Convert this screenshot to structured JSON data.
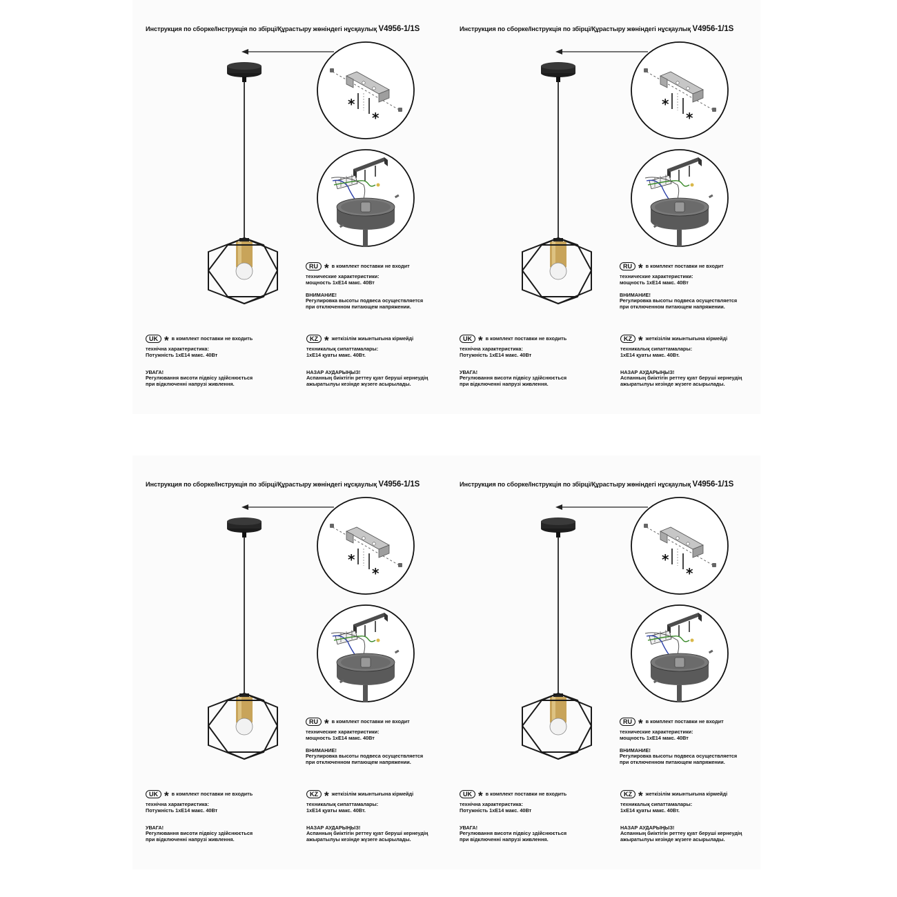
{
  "document": {
    "title_prefix": "Инструкция по сборке/Інструкція по збірці/Құрастыру жөніндегі нұсқаулық",
    "model_code": "V4956-1/1S",
    "asterisk": "*",
    "ru": {
      "badge": "RU",
      "not_included": "в комплект поставки не входит",
      "spec_heading": "технические характеристики:",
      "spec_value": "мощность 1хЕ14 макс. 40Вт",
      "warning_heading": "ВНИМАНИЕ!",
      "warning_line1": "Регулировка высоты подвеса осуществляется",
      "warning_line2": "при отключенном питающем напряжении."
    },
    "uk": {
      "badge": "UK",
      "not_included": "в комплект поставки не входить",
      "spec_heading": "технічна характеристика:",
      "spec_value": "Потужність 1хЕ14 макс. 40Вт",
      "warning_heading": "УВАГА!",
      "warning_line1": "Регулювання висоти підвісу здійснюється",
      "warning_line2": "при відключенні напрузі живлення."
    },
    "kz": {
      "badge": "KZ",
      "not_included": "жеткізілім жиынтығына кірмейді",
      "spec_heading": "техникалық сипаттамалары:",
      "spec_value": "1хЕ14 қуаты макс. 40Вт.",
      "warning_heading": "НАЗАР АУДАРЫҢЫЗ!",
      "warning_line1": "Аспанның биіктігін реттеу қуат беруші кернеудің",
      "warning_line2": "ажыратылуы кезінде жүзеге асырылады."
    }
  },
  "colors": {
    "ink": "#111111",
    "brass": "#c8a45a",
    "bulb": "#f2f2f2",
    "bracket": "#bdbdbd",
    "canopy": "#3d3d3d",
    "wire_green": "#3a8a2a",
    "wire_blue": "#2a3fa8"
  },
  "icons": [
    "arrow-left-icon",
    "asterisk-icon",
    "screw-icon",
    "terminal-block-icon"
  ]
}
